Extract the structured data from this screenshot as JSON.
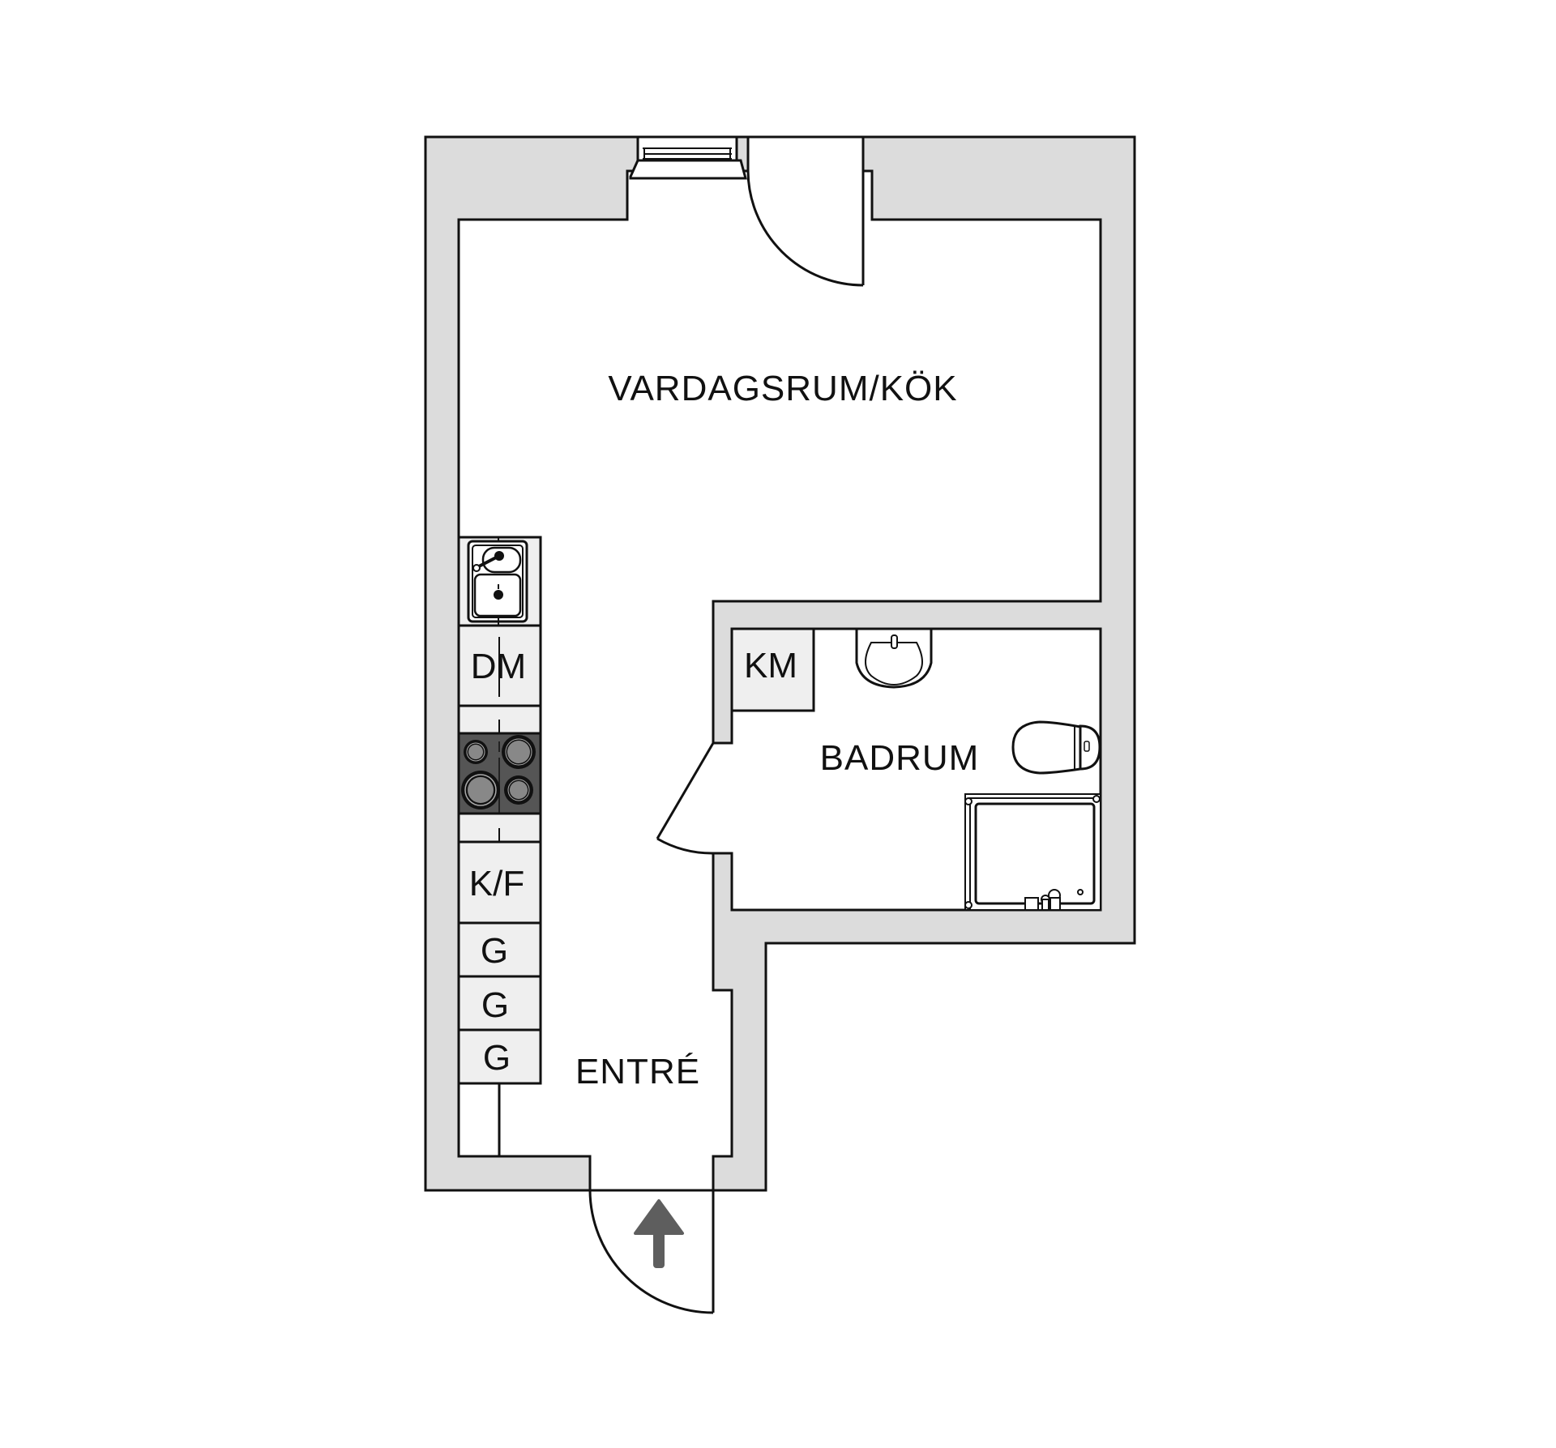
{
  "plan": {
    "rooms": [
      {
        "id": "living",
        "label": "VARDAGSRUM/KÖK"
      },
      {
        "id": "bath",
        "label": "BADRUM"
      },
      {
        "id": "entry",
        "label": "ENTRÉ"
      }
    ],
    "kitchen_units": [
      {
        "id": "sink",
        "label": ""
      },
      {
        "id": "dishwasher",
        "label": "DM"
      },
      {
        "id": "stove",
        "label": ""
      },
      {
        "id": "fridge_freezer",
        "label": "K/F"
      },
      {
        "id": "wardrobe_1",
        "label": "G"
      },
      {
        "id": "wardrobe_2",
        "label": "G"
      },
      {
        "id": "wardrobe_3",
        "label": "G"
      }
    ],
    "bath_units": [
      {
        "id": "washing_machine",
        "label": "KM"
      }
    ],
    "entrance_marker": "arrow-up",
    "colors": {
      "wall_fill": "#dcdcdc",
      "cabinet_fill": "#efefef",
      "stove_fill": "#555555",
      "burner_fill": "#888888",
      "arrow_fill": "#5e5e5e",
      "line": "#111111"
    }
  }
}
